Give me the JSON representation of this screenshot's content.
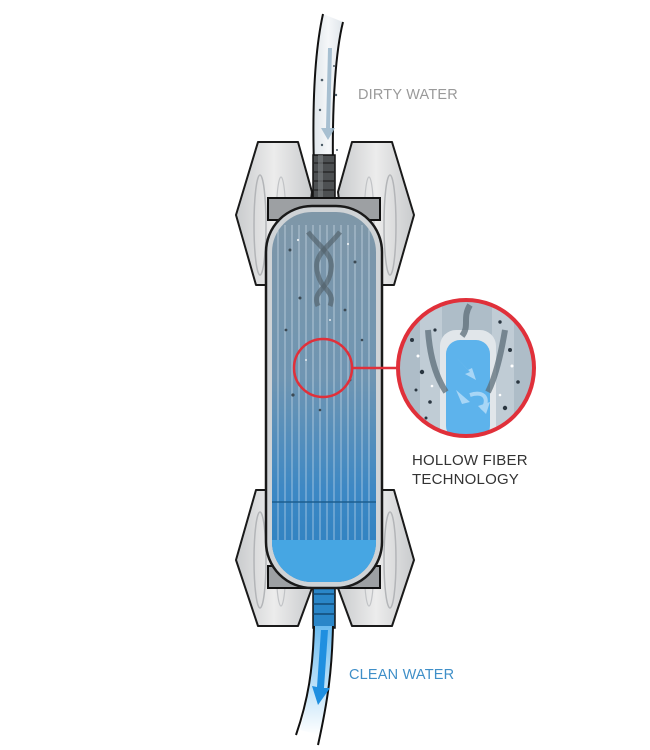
{
  "diagram": {
    "title": "Hollow fiber water filter flow diagram",
    "labels": {
      "inlet": "DIRTY WATER",
      "outlet": "CLEAN WATER",
      "callout_line1": "HOLLOW FIBER",
      "callout_line2": "TECHNOLOGY"
    },
    "colors": {
      "dirty_label": "#9a9a9a",
      "clean_label": "#3f8fc8",
      "callout_label": "#333333",
      "callout_ring": "#e0303a",
      "housing": "#d8dadc",
      "fiber_dirty": "#8aa4b6",
      "fiber_clean": "#2f86c6",
      "clean_water": "#4aa8e8"
    },
    "components": [
      "inlet-hose",
      "top-end-cap",
      "filter-cartridge",
      "hollow-fibers",
      "magnifier-callout",
      "bottom-end-cap",
      "outlet-hose"
    ]
  }
}
